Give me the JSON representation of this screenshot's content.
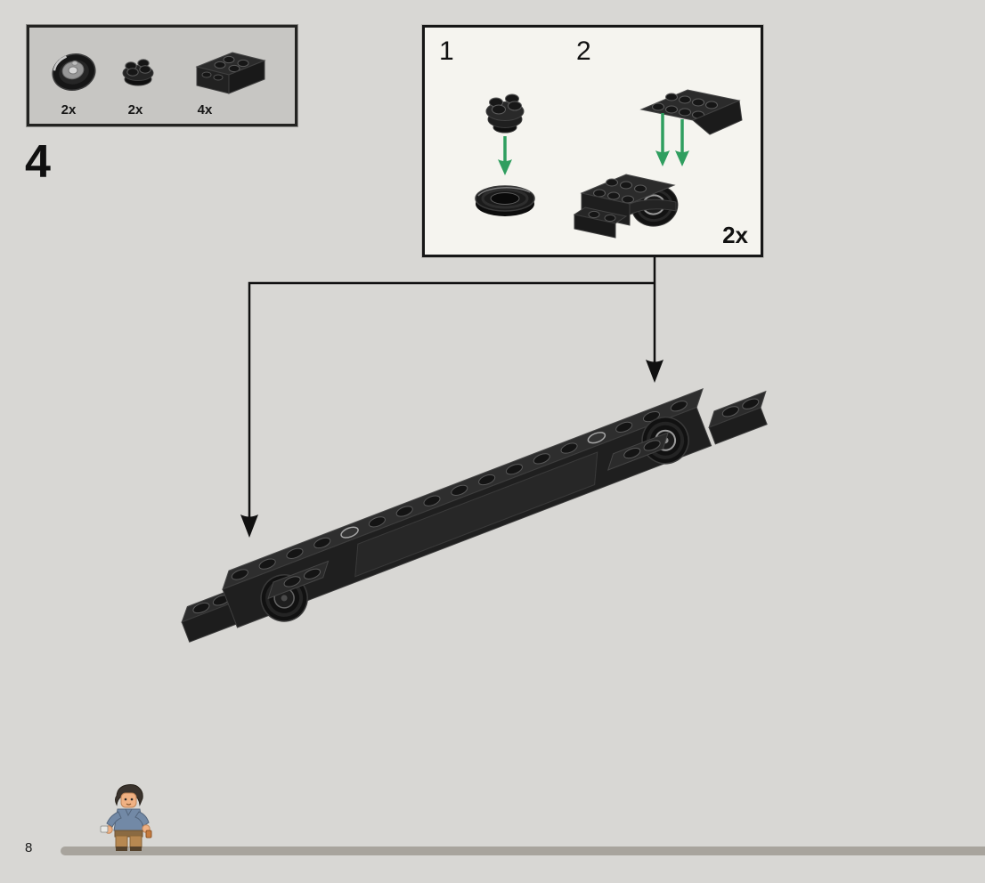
{
  "page": {
    "step_number": "4",
    "page_number": "8"
  },
  "parts_box": {
    "parts": [
      {
        "name": "tire-with-silver-hub",
        "count": "2x"
      },
      {
        "name": "round-wheel-hub-2x2",
        "count": "2x"
      },
      {
        "name": "mudguard-bracket-2x4",
        "count": "4x"
      }
    ]
  },
  "inset": {
    "substeps": [
      {
        "label": "1"
      },
      {
        "label": "2"
      }
    ],
    "repeat_count": "2x"
  },
  "colors": {
    "page_background": "#d8d7d4",
    "parts_box_background": "#c7c6c3",
    "inset_background": "#f5f4ef",
    "outline_black": "#161616",
    "arrow_green": "#2f9e5f",
    "brick_black": "#1f1f1f",
    "progress_bar": "#a8a49d"
  }
}
